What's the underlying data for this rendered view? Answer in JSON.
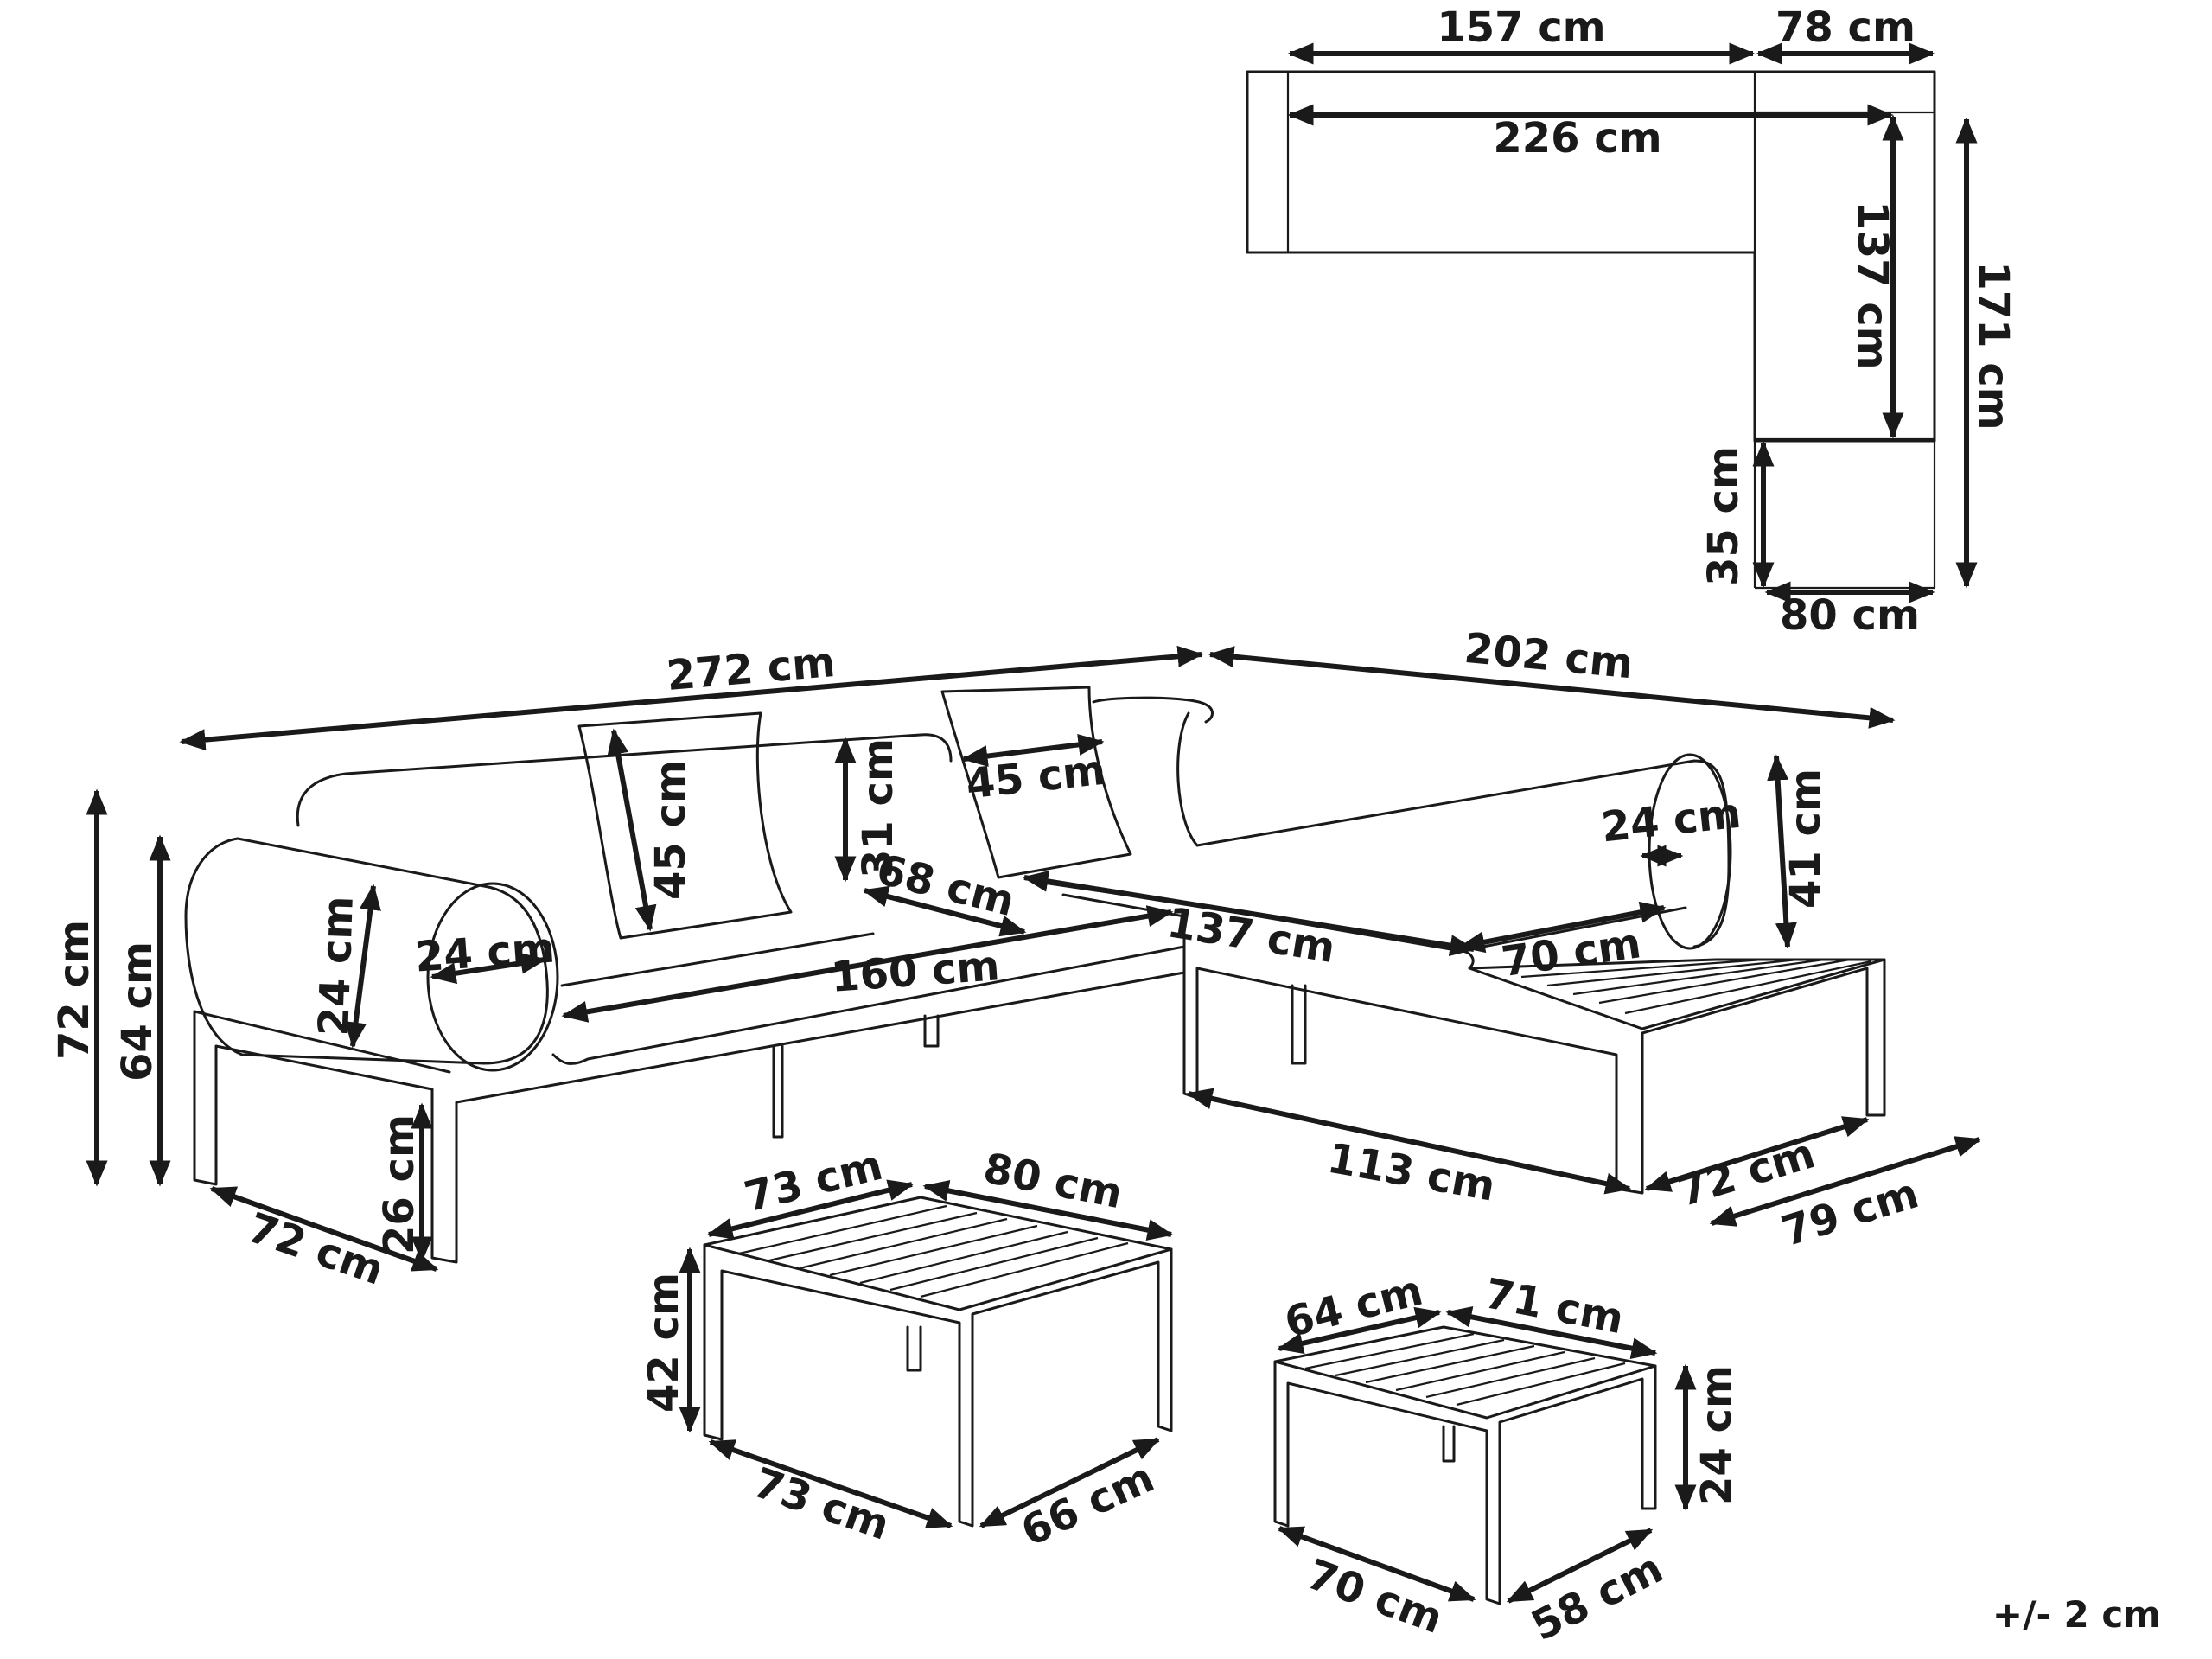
{
  "colors": {
    "line": "#1a1a1a",
    "background": "#ffffff"
  },
  "tolerance": "+/- 2 cm",
  "plan_view": {
    "top_left_width": "157 cm",
    "top_right_width": "78 cm",
    "inner_length": "226 cm",
    "inner_depth": "137 cm",
    "total_depth": "171 cm",
    "table_depth": "35 cm",
    "table_width": "80 cm"
  },
  "sofa": {
    "total_left_length": "272 cm",
    "total_right_length": "202 cm",
    "total_height": "72 cm",
    "armrest_height": "64 cm",
    "leg_height": "26 cm",
    "left_depth": "72 cm",
    "bolster_length": "24 cm",
    "bolster_diameter": "24 cm",
    "pillow_left_height": "45 cm",
    "pillow_right_width": "45 cm",
    "backrest_height": "31 cm",
    "seat_depth_left": "68 cm",
    "seat_width_left": "160 cm",
    "seat_width_corner": "137 cm",
    "seat_depth_right": "70 cm",
    "right_bolster_diameter": "24 cm",
    "right_back_height": "41 cm",
    "right_module_length": "113 cm",
    "right_depth": "72 cm",
    "right_total_depth": "79 cm"
  },
  "coffee_table": {
    "top_left": "73 cm",
    "top_right": "80 cm",
    "height": "42 cm",
    "bottom_left": "73 cm",
    "bottom_right": "66 cm"
  },
  "side_table": {
    "top_left": "64 cm",
    "top_right": "71 cm",
    "height": "24 cm",
    "bottom_left": "70 cm",
    "bottom_right": "58 cm"
  }
}
